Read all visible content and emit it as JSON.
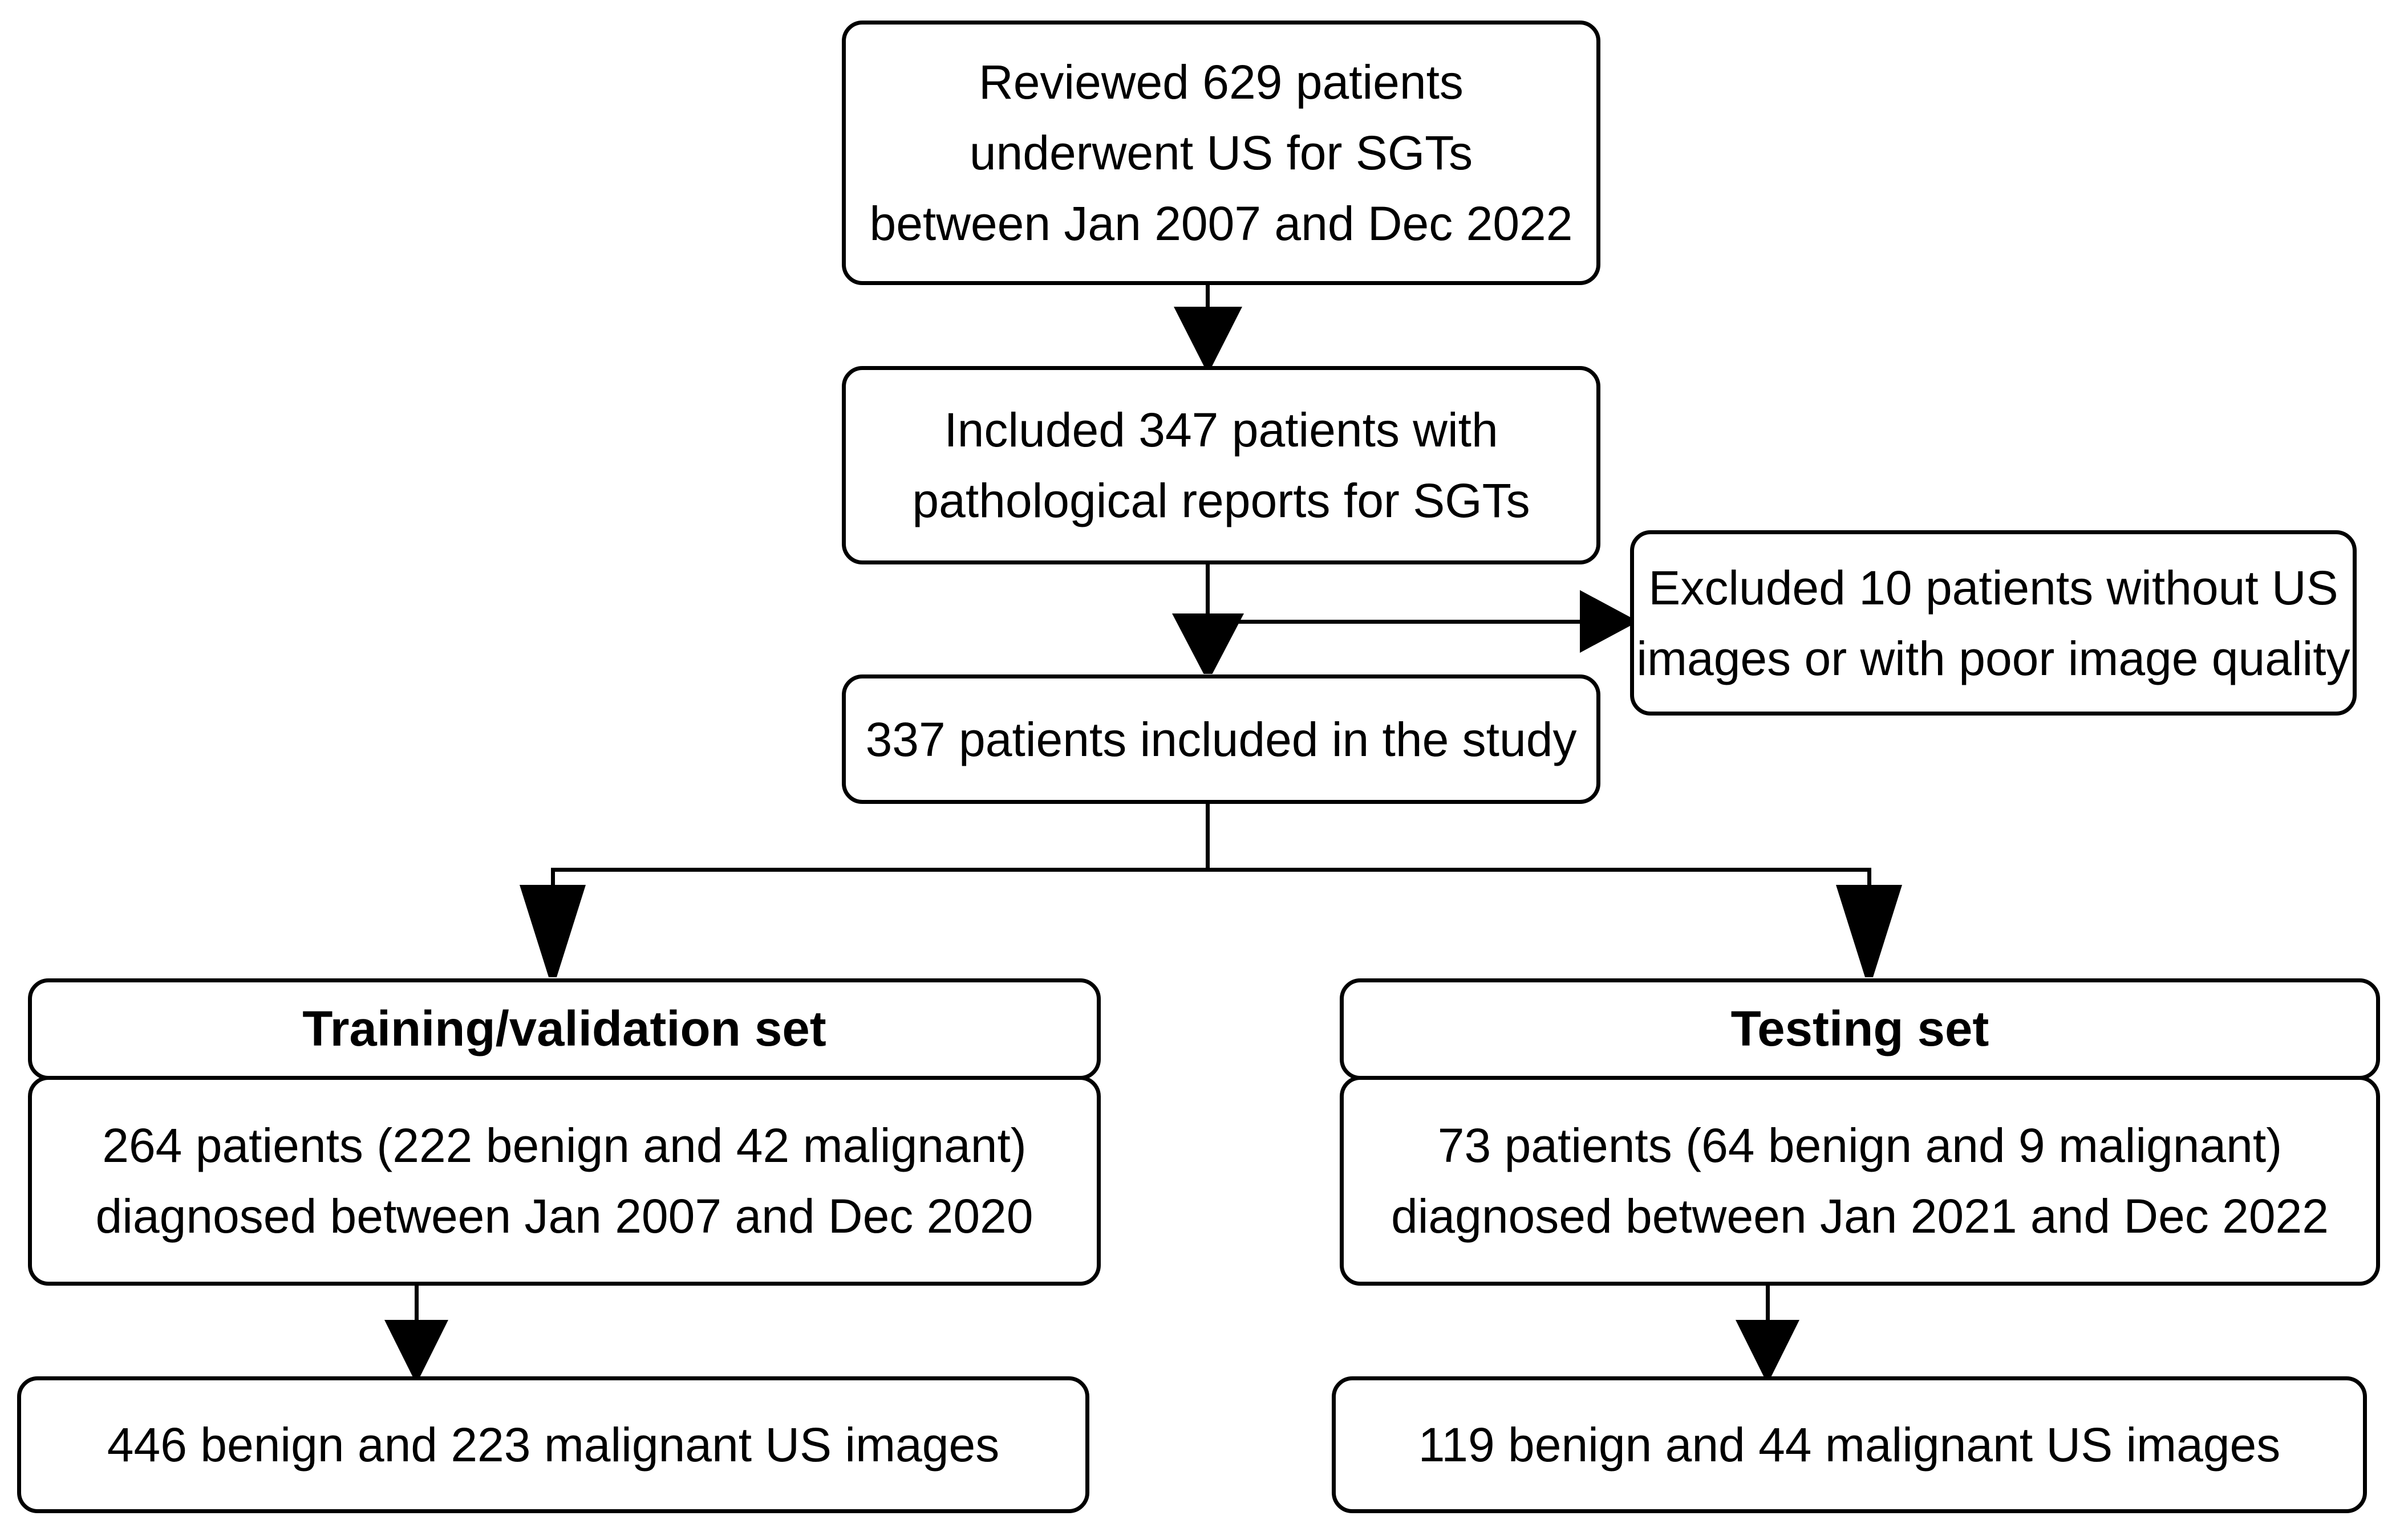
{
  "flowchart": {
    "reviewed": [
      "Reviewed 629 patients",
      "underwent US for SGTs",
      "between Jan 2007 and Dec 2022"
    ],
    "included": [
      "Included 347 patients with",
      "pathological reports for SGTs"
    ],
    "excluded": [
      "Excluded 10 patients without US",
      "images or with poor image quality"
    ],
    "study": "337 patients included in the study",
    "training": {
      "title": "Training/validation set",
      "detail": [
        "264 patients (222 benign and 42 malignant)",
        "diagnosed between Jan 2007 and Dec 2020"
      ],
      "images": "446 benign and 223 malignant US images"
    },
    "testing": {
      "title": "Testing set",
      "detail": [
        "73 patients (64 benign and 9 malignant)",
        "diagnosed between Jan 2021 and Dec 2022"
      ],
      "images": "119 benign and 44 malignant US images"
    },
    "colors": {
      "ink": "#000000",
      "paper": "#ffffff"
    }
  }
}
